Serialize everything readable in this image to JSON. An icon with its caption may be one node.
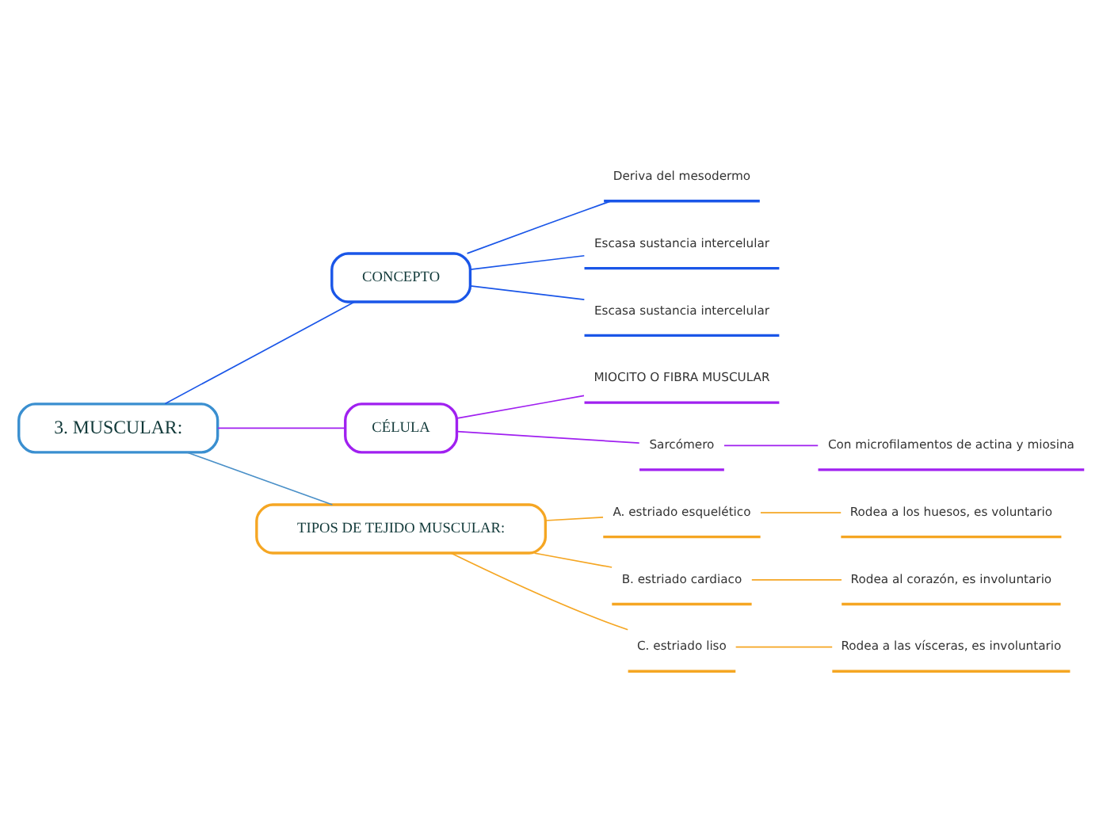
{
  "diagram": {
    "nodes": [
      {
        "text": [
          "3. MUSCULAR:"
        ]
      },
      {
        "text": [
          "CONCEPTO"
        ]
      },
      {
        "text": [
          "Deriva del mesodermo"
        ]
      },
      {
        "text": [
          "Escasa sustancia intercelular"
        ]
      },
      {
        "text": [
          "Escasa sustancia intercelular"
        ]
      },
      {
        "text": [
          "CÉLULA"
        ]
      },
      {
        "text": [
          "MIOCITO O FIBRA MUSCULAR"
        ]
      },
      {
        "text": [
          "Sarcómero"
        ]
      },
      {
        "text": [
          "Con microfilamentos de actina y miosina"
        ]
      },
      {
        "text": [
          "TIPOS DE TEJIDO MUSCULAR:"
        ]
      },
      {
        "text": [
          "A. estriado esquelético"
        ]
      },
      {
        "text": [
          "Rodea a los huesos, es voluntario"
        ]
      },
      {
        "text": [
          "B. estriado cardiaco"
        ]
      },
      {
        "text": [
          "Rodea al corazón, es involuntario"
        ]
      },
      {
        "text": [
          "C. estriado liso"
        ]
      },
      {
        "text": [
          "Rodea a las vísceras, es involuntario"
        ]
      }
    ],
    "edges": [
      {
        "from": 0,
        "to": 1,
        "arrow": "none",
        "color": "#1a56e8"
      },
      {
        "from": 1,
        "to": 2,
        "arrow": "none",
        "color": "#1a56e8"
      },
      {
        "from": 1,
        "to": 3,
        "arrow": "none",
        "color": "#1a56e8"
      },
      {
        "from": 1,
        "to": 4,
        "arrow": "none",
        "color": "#1a56e8"
      },
      {
        "from": 0,
        "to": 5,
        "arrow": "none",
        "color": "#a020f0"
      },
      {
        "from": 5,
        "to": 6,
        "arrow": "none",
        "color": "#a020f0"
      },
      {
        "from": 5,
        "to": 7,
        "arrow": "none",
        "color": "#a020f0"
      },
      {
        "from": 7,
        "to": 8,
        "arrow": "none",
        "color": "#a020f0"
      },
      {
        "from": 0,
        "to": 9,
        "arrow": "none",
        "color": "#4a90c8"
      },
      {
        "from": 9,
        "to": 10,
        "arrow": "none",
        "color": "#f5a623"
      },
      {
        "from": 10,
        "to": 11,
        "arrow": "none",
        "color": "#f5a623"
      },
      {
        "from": 9,
        "to": 12,
        "arrow": "none",
        "color": "#f5a623"
      },
      {
        "from": 12,
        "to": 13,
        "arrow": "none",
        "color": "#f5a623"
      },
      {
        "from": 9,
        "to": 14,
        "arrow": "none",
        "color": "#f5a623"
      },
      {
        "from": 14,
        "to": 15,
        "arrow": "none",
        "color": "#f5a623"
      }
    ]
  }
}
